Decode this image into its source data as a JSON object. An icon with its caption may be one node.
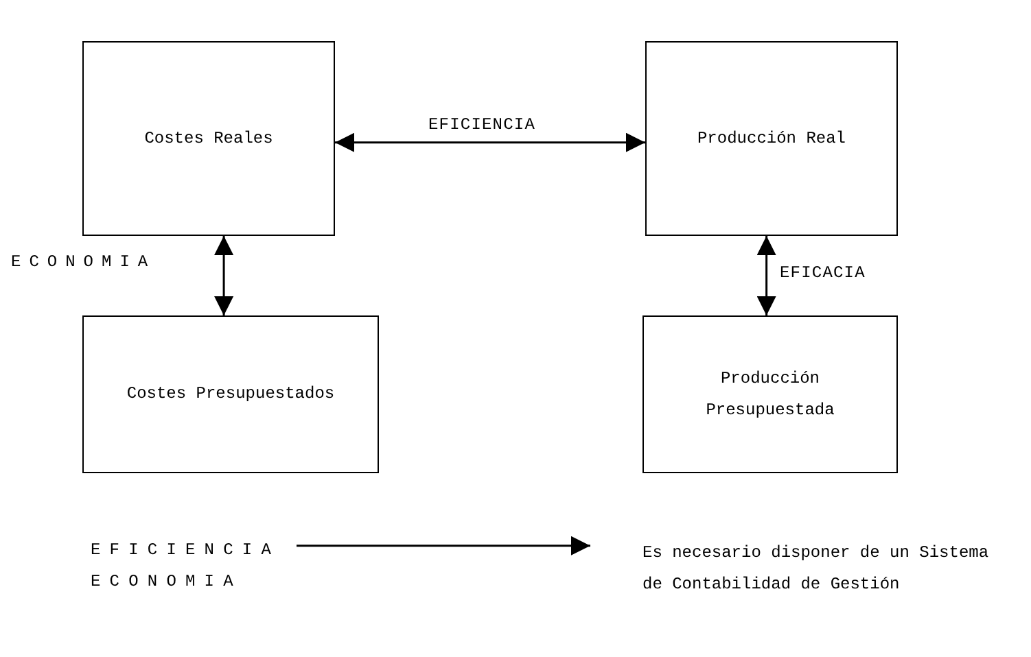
{
  "diagram": {
    "nodes": [
      {
        "text": [
          "Costes Reales"
        ]
      },
      {
        "text": [
          "Producción Real"
        ]
      },
      {
        "text": [
          "Costes Presupuestados"
        ]
      },
      {
        "text": [
          "Producción Presupuestada"
        ]
      },
      {
        "text": [
          "EFICIENCIA",
          "ECONOMIA"
        ]
      },
      {
        "text": [
          "Es necesario disponer de un Sistema de Contabilidad de Gestión"
        ]
      }
    ],
    "edges": [
      {
        "from": 0,
        "to": 1,
        "arrow": "both",
        "label": "EFICIENCIA"
      },
      {
        "from": 0,
        "to": 2,
        "arrow": "both",
        "label": "ECONOMIA"
      },
      {
        "from": 1,
        "to": 3,
        "arrow": "both",
        "label": "EFICACIA"
      },
      {
        "from": 4,
        "to": 5,
        "arrow": "to"
      }
    ]
  }
}
